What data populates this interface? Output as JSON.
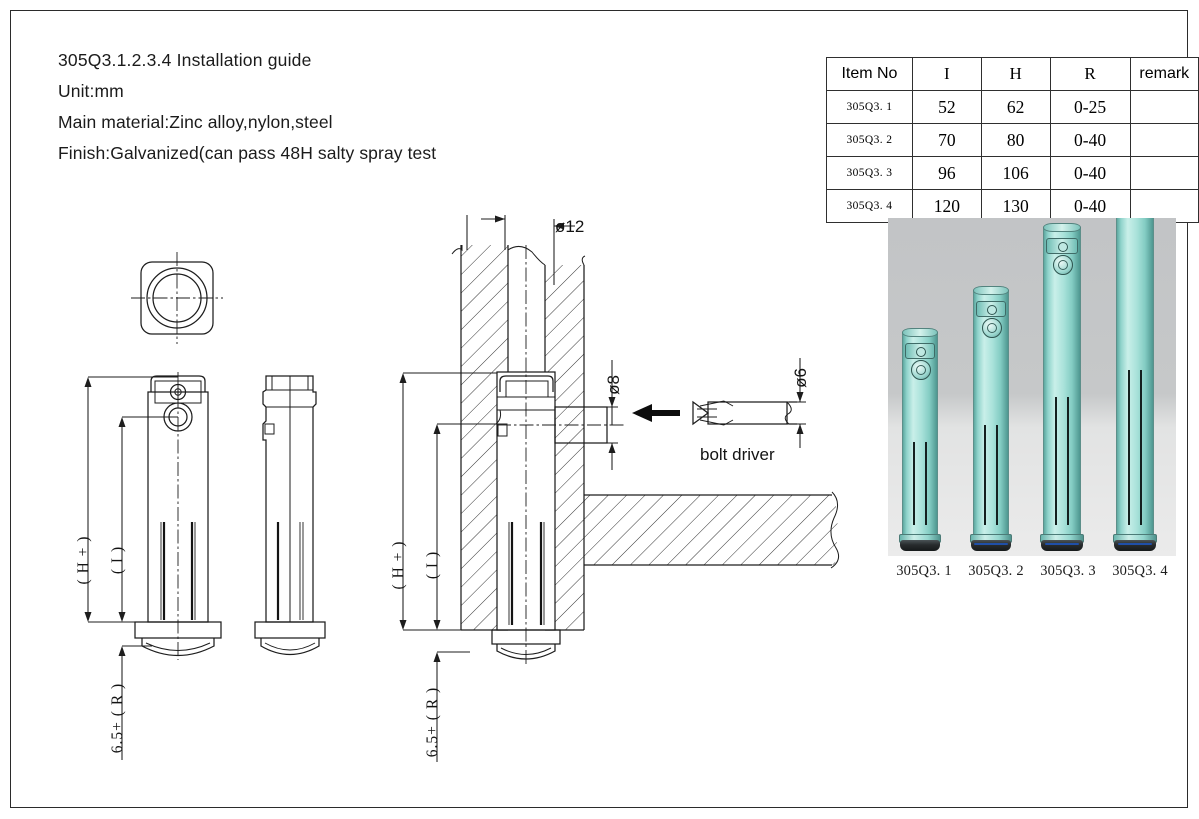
{
  "header": {
    "lines": [
      "305Q3.1.2.3.4  Installation guide",
      "Unit:mm",
      "Main material:Zinc alloy,nylon,steel",
      "Finish:Galvanized(can pass 48H salty spray test"
    ]
  },
  "spec_table": {
    "columns": [
      "Item No",
      "I",
      "H",
      "R",
      "remark"
    ],
    "rows": [
      {
        "item": "305Q3. 1",
        "I": "52",
        "H": "62",
        "R": "0-25",
        "remark": ""
      },
      {
        "item": "305Q3. 2",
        "I": "70",
        "H": "80",
        "R": "0-40",
        "remark": ""
      },
      {
        "item": "305Q3. 3",
        "I": "96",
        "H": "106",
        "R": "0-40",
        "remark": ""
      },
      {
        "item": "305Q3. 4",
        "I": "120",
        "H": "130",
        "R": "0-40",
        "remark": ""
      }
    ]
  },
  "dimensions": {
    "dia12": "ø12",
    "dia8": "ø8",
    "dia6": "ø6",
    "height_total": "( H + )",
    "height_insert": "( I )",
    "foot": "6.5+ ( R )"
  },
  "labels": {
    "bolt_driver": "bolt driver"
  },
  "photo_panel": {
    "captions": [
      "305Q3. 1",
      "305Q3. 2",
      "305Q3. 3",
      "305Q3. 4"
    ],
    "background_top": "#c2c4c6",
    "background_bottom": "#ebebeb",
    "body_color": "#a9e2da",
    "foot_color": "#22282a"
  }
}
